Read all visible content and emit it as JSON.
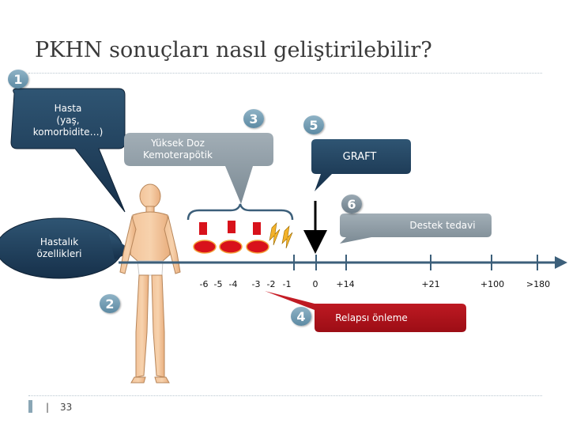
{
  "title": "PKHN sonuçları nasıl geliştirilebilir?",
  "badges": {
    "b1": "1",
    "b2": "2",
    "b3": "3",
    "b4": "4",
    "b5": "5",
    "b6": "6"
  },
  "bubbles": {
    "hasta_line1": "Hasta",
    "hasta_line2": "(yaş,",
    "hasta_line3": "komorbidite…)",
    "hastalik_line1": "Hastalık",
    "hastalik_line2": "özellikleri",
    "yuksek_line1": "Yüksek Doz",
    "yuksek_line2": "Kemoterapötik",
    "graft": "GRAFT",
    "destek": "Destek tedavi",
    "relaps": "Relapsı önleme"
  },
  "timeline_labels": [
    "-6",
    "-5",
    "-4",
    "-3",
    "-2",
    "-1",
    "0",
    "+14",
    "+21",
    "+100",
    ">180"
  ],
  "page_number": "33",
  "colors": {
    "dark_bubble": "#1f3b52",
    "gray_bubble": "#8e9ba4",
    "relaps_red": "#b5121b",
    "accent": "#5d8aa3"
  }
}
